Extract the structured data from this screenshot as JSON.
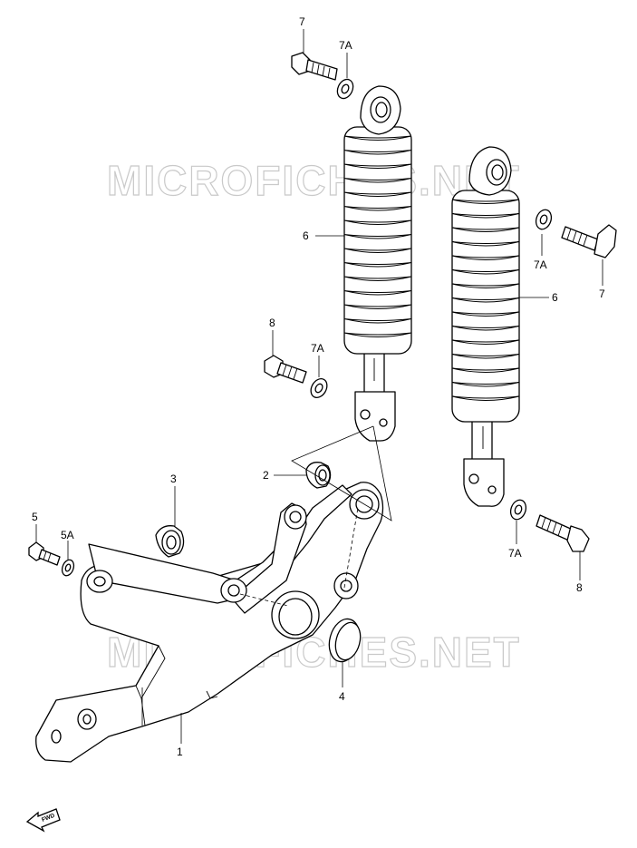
{
  "watermark": {
    "text": "MICROFICHES.NET"
  },
  "callouts": {
    "bolt_7_top": "7",
    "washer_7a_top": "7A",
    "shock_6_left": "6",
    "washer_7a_right": "7A",
    "bolt_7_right": "7",
    "shock_6_right": "6",
    "bolt_8_left": "8",
    "washer_7a_mid": "7A",
    "collar_2": "2",
    "collar_3": "3",
    "bolt_5": "5",
    "washer_5a": "5A",
    "washer_7a_low": "7A",
    "bolt_8_right": "8",
    "seal_4": "4",
    "bracket_1": "1"
  },
  "fwd_badge": "FWD"
}
